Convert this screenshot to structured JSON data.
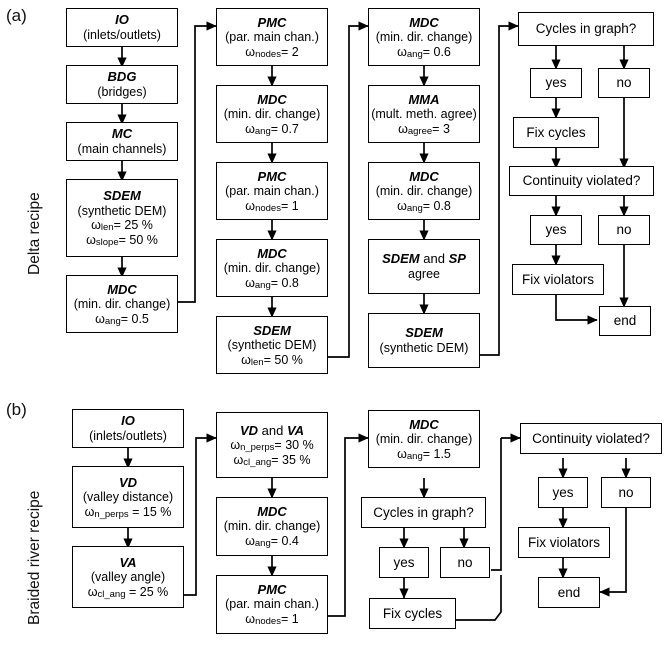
{
  "figure": {
    "panels": [
      {
        "letter": "(a)",
        "side_label": "Delta recipe",
        "columns": [
          {
            "nodes": [
              {
                "title": "IO",
                "subtitle": "(inlets/outlets)",
                "params": []
              },
              {
                "title": "BDG",
                "subtitle": "(bridges)",
                "params": []
              },
              {
                "title": "MC",
                "subtitle": "(main channels)",
                "params": []
              },
              {
                "title": "SDEM",
                "subtitle": "(synthetic DEM)",
                "params": [
                  {
                    "symbol": "ω",
                    "sub": "len",
                    "value": "= 25 %"
                  },
                  {
                    "symbol": "ω",
                    "sub": "slope",
                    "value": "=  50 %"
                  }
                ]
              },
              {
                "title": "MDC",
                "subtitle": "(min. dir. change)",
                "params": [
                  {
                    "symbol": "ω",
                    "sub": "ang",
                    "value": "= 0.5"
                  }
                ]
              }
            ]
          },
          {
            "nodes": [
              {
                "title": "PMC",
                "subtitle": "(par. main chan.)",
                "params": [
                  {
                    "symbol": "ω",
                    "sub": "nodes",
                    "value": "= 2"
                  }
                ]
              },
              {
                "title": "MDC",
                "subtitle": "(min. dir. change)",
                "params": [
                  {
                    "symbol": "ω",
                    "sub": "ang",
                    "value": "= 0.7"
                  }
                ]
              },
              {
                "title": "PMC",
                "subtitle": "(par. main chan.)",
                "params": [
                  {
                    "symbol": "ω",
                    "sub": "nodes",
                    "value": "= 1"
                  }
                ]
              },
              {
                "title": "MDC",
                "subtitle": "(min. dir. change)",
                "params": [
                  {
                    "symbol": "ω",
                    "sub": "ang",
                    "value": "= 0.8"
                  }
                ]
              },
              {
                "title": "SDEM",
                "subtitle": "(synthetic DEM)",
                "params": [
                  {
                    "symbol": "ω",
                    "sub": "len",
                    "value": "= 50 %"
                  }
                ]
              }
            ]
          },
          {
            "nodes": [
              {
                "title": "MDC",
                "subtitle": "(min. dir. change)",
                "params": [
                  {
                    "symbol": "ω",
                    "sub": "ang",
                    "value": "= 0.6"
                  }
                ]
              },
              {
                "title": "MMA",
                "subtitle": "(mult. meth. agree)",
                "params": [
                  {
                    "symbol": "ω",
                    "sub": "agree",
                    "value": "= 3"
                  }
                ]
              },
              {
                "title": "MDC",
                "subtitle": "(min. dir. change)",
                "params": [
                  {
                    "symbol": "ω",
                    "sub": "ang",
                    "value": "= 0.8"
                  }
                ]
              },
              {
                "title": "SDEM and SP",
                "subtitle": "agree",
                "params": []
              },
              {
                "title": "SDEM",
                "subtitle": "(synthetic DEM)",
                "params": []
              }
            ]
          },
          {
            "nodes": [
              {
                "label": "Cycles in graph?"
              },
              {
                "label": "yes"
              },
              {
                "label": "no"
              },
              {
                "label": "Fix cycles"
              },
              {
                "label": "Continuity violated?"
              },
              {
                "label": "yes"
              },
              {
                "label": "no"
              },
              {
                "label": "Fix violators"
              },
              {
                "label": "end"
              }
            ]
          }
        ]
      },
      {
        "letter": "(b)",
        "side_label": "Braided river recipe",
        "columns": [
          {
            "nodes": [
              {
                "title": "IO",
                "subtitle": "(inlets/outlets)",
                "params": []
              },
              {
                "title": "VD",
                "subtitle": "(valley distance)",
                "params": [
                  {
                    "symbol": "ω",
                    "sub": "n_perps",
                    "value": " = 15 %"
                  }
                ]
              },
              {
                "title": "VA",
                "subtitle": "(valley angle)",
                "params": [
                  {
                    "symbol": "ω",
                    "sub": "cl_ang",
                    "value": " = 25 %"
                  }
                ]
              }
            ]
          },
          {
            "nodes": [
              {
                "title": "VD and VA",
                "subtitle": "",
                "params": [
                  {
                    "symbol": "ω",
                    "sub": "n_perps",
                    "value": "= 30 %"
                  },
                  {
                    "symbol": "ω",
                    "sub": "cl_ang",
                    "value": "= 35 %"
                  }
                ]
              },
              {
                "title": "MDC",
                "subtitle": "(min. dir. change)",
                "params": [
                  {
                    "symbol": "ω",
                    "sub": "ang",
                    "value": "= 0.4"
                  }
                ]
              },
              {
                "title": "PMC",
                "subtitle": "(par. main chan.)",
                "params": [
                  {
                    "symbol": "ω",
                    "sub": "nodes",
                    "value": "= 1"
                  }
                ]
              }
            ]
          },
          {
            "nodes": [
              {
                "title": "MDC",
                "subtitle": "(min. dir. change)",
                "params": [
                  {
                    "symbol": "ω",
                    "sub": "ang",
                    "value": "= 1.5"
                  }
                ]
              },
              {
                "label": "Cycles in graph?"
              },
              {
                "label": "yes"
              },
              {
                "label": "no"
              },
              {
                "label": "Fix cycles"
              }
            ]
          },
          {
            "nodes": [
              {
                "label": "Continuity violated?"
              },
              {
                "label": "yes"
              },
              {
                "label": "no"
              },
              {
                "label": "Fix violators"
              },
              {
                "label": "end"
              }
            ]
          }
        ]
      }
    ]
  },
  "labels": {
    "panel_a_letter": "(a)",
    "panel_b_letter": "(b)",
    "delta_recipe": "Delta recipe",
    "braided_recipe": "Braided river recipe",
    "a1_1_t": "IO",
    "a1_1_s": "(inlets/outlets)",
    "a1_2_t": "BDG",
    "a1_2_s": "(bridges)",
    "a1_3_t": "MC",
    "a1_3_s": "(main channels)",
    "a1_4_t": "SDEM",
    "a1_4_s": "(synthetic DEM)",
    "a1_4_p1sub": "len",
    "a1_4_p1v": "= 25 %",
    "a1_4_p2sub": "slope",
    "a1_4_p2v": "=  50 %",
    "a1_5_t": "MDC",
    "a1_5_s": "(min. dir. change)",
    "a1_5_p1sub": "ang",
    "a1_5_p1v": "= 0.5",
    "a2_1_t": "PMC",
    "a2_1_s": "(par. main chan.)",
    "a2_1_p1sub": "nodes",
    "a2_1_p1v": "= 2",
    "a2_2_t": "MDC",
    "a2_2_s": "(min. dir. change)",
    "a2_2_p1sub": "ang",
    "a2_2_p1v": "= 0.7",
    "a2_3_t": "PMC",
    "a2_3_s": "(par. main chan.)",
    "a2_3_p1sub": "nodes",
    "a2_3_p1v": "= 1",
    "a2_4_t": "MDC",
    "a2_4_s": "(min. dir. change)",
    "a2_4_p1sub": "ang",
    "a2_4_p1v": "= 0.8",
    "a2_5_t": "SDEM",
    "a2_5_s": "(synthetic DEM)",
    "a2_5_p1sub": "len",
    "a2_5_p1v": "= 50 %",
    "a3_1_t": "MDC",
    "a3_1_s": "(min. dir. change)",
    "a3_1_p1sub": "ang",
    "a3_1_p1v": "= 0.6",
    "a3_2_t": "MMA",
    "a3_2_s": "(mult. meth. agree)",
    "a3_2_p1sub": "agree",
    "a3_2_p1v": "= 3",
    "a3_3_t": "MDC",
    "a3_3_s": "(min. dir. change)",
    "a3_3_p1sub": "ang",
    "a3_3_p1v": "= 0.8",
    "a3_4_t1": "SDEM",
    "a3_4_and": " and ",
    "a3_4_t2": "SP",
    "a3_4_s": "agree",
    "a3_5_t": "SDEM",
    "a3_5_s": "(synthetic DEM)",
    "a4_cycles": "Cycles in graph?",
    "a4_yes1": "yes",
    "a4_no1": "no",
    "a4_fixcycles": "Fix cycles",
    "a4_cont": "Continuity violated?",
    "a4_yes2": "yes",
    "a4_no2": "no",
    "a4_fixviol": "Fix violators",
    "a4_end": "end",
    "b1_1_t": "IO",
    "b1_1_s": "(inlets/outlets)",
    "b1_2_t": "VD",
    "b1_2_s": "(valley distance)",
    "b1_2_p1sub": "n_perps",
    "b1_2_p1v": " = 15 %",
    "b1_3_t": "VA",
    "b1_3_s": "(valley angle)",
    "b1_3_p1sub": "cl_ang",
    "b1_3_p1v": " = 25 %",
    "b2_1_t1": "VD",
    "b2_1_and": " and ",
    "b2_1_t2": "VA",
    "b2_1_p1sub": "n_perps",
    "b2_1_p1v": "= 30 %",
    "b2_1_p2sub": "cl_ang",
    "b2_1_p2v": "= 35 %",
    "b2_2_t": "MDC",
    "b2_2_s": "(min. dir. change)",
    "b2_2_p1sub": "ang",
    "b2_2_p1v": "= 0.4",
    "b2_3_t": "PMC",
    "b2_3_s": "(par. main chan.)",
    "b2_3_p1sub": "nodes",
    "b2_3_p1v": "= 1",
    "b3_1_t": "MDC",
    "b3_1_s": "(min. dir. change)",
    "b3_1_p1sub": "ang",
    "b3_1_p1v": "= 1.5",
    "b3_cycles": "Cycles in graph?",
    "b3_yes": "yes",
    "b3_no": "no",
    "b3_fixcycles": "Fix cycles",
    "b4_cont": "Continuity violated?",
    "b4_yes": "yes",
    "b4_no": "no",
    "b4_fixviol": "Fix violators",
    "b4_end": "end",
    "omega": "ω"
  },
  "colors": {
    "stroke": "#000000",
    "background": "#ffffff"
  }
}
